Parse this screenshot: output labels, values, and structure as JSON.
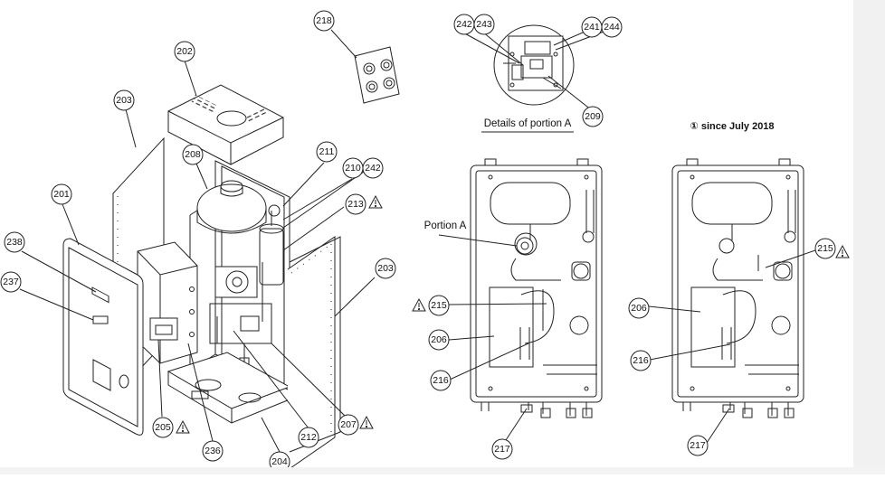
{
  "labels": {
    "details_caption": "Details of portion A",
    "since_caption": "① since July 2018",
    "portion_a": "Portion A"
  },
  "callouts": [
    {
      "id": "c218",
      "text": "218"
    },
    {
      "id": "c202",
      "text": "202"
    },
    {
      "id": "c203a",
      "text": "203"
    },
    {
      "id": "c208",
      "text": "208"
    },
    {
      "id": "c211",
      "text": "211"
    },
    {
      "id": "c210",
      "text": "210"
    },
    {
      "id": "c242a",
      "text": "242"
    },
    {
      "id": "c213",
      "text": "213"
    },
    {
      "id": "c201",
      "text": "201"
    },
    {
      "id": "c238",
      "text": "238"
    },
    {
      "id": "c237",
      "text": "237"
    },
    {
      "id": "c203b",
      "text": "203"
    },
    {
      "id": "c205",
      "text": "205"
    },
    {
      "id": "c236",
      "text": "236"
    },
    {
      "id": "c204",
      "text": "204"
    },
    {
      "id": "c212",
      "text": "212"
    },
    {
      "id": "c207",
      "text": "207"
    },
    {
      "id": "c242b",
      "text": "242"
    },
    {
      "id": "c243",
      "text": "243"
    },
    {
      "id": "c241",
      "text": "241"
    },
    {
      "id": "c244",
      "text": "244"
    },
    {
      "id": "c209",
      "text": "209"
    },
    {
      "id": "c215a",
      "text": "215"
    },
    {
      "id": "c206a",
      "text": "206"
    },
    {
      "id": "c216a",
      "text": "216"
    },
    {
      "id": "c217a",
      "text": "217"
    },
    {
      "id": "c215b",
      "text": "215"
    },
    {
      "id": "c206b",
      "text": "206"
    },
    {
      "id": "c216b",
      "text": "216"
    },
    {
      "id": "c217b",
      "text": "217"
    }
  ],
  "colors": {
    "line": "#222222",
    "background": "#ffffff",
    "strip": "#f1f1f1"
  }
}
